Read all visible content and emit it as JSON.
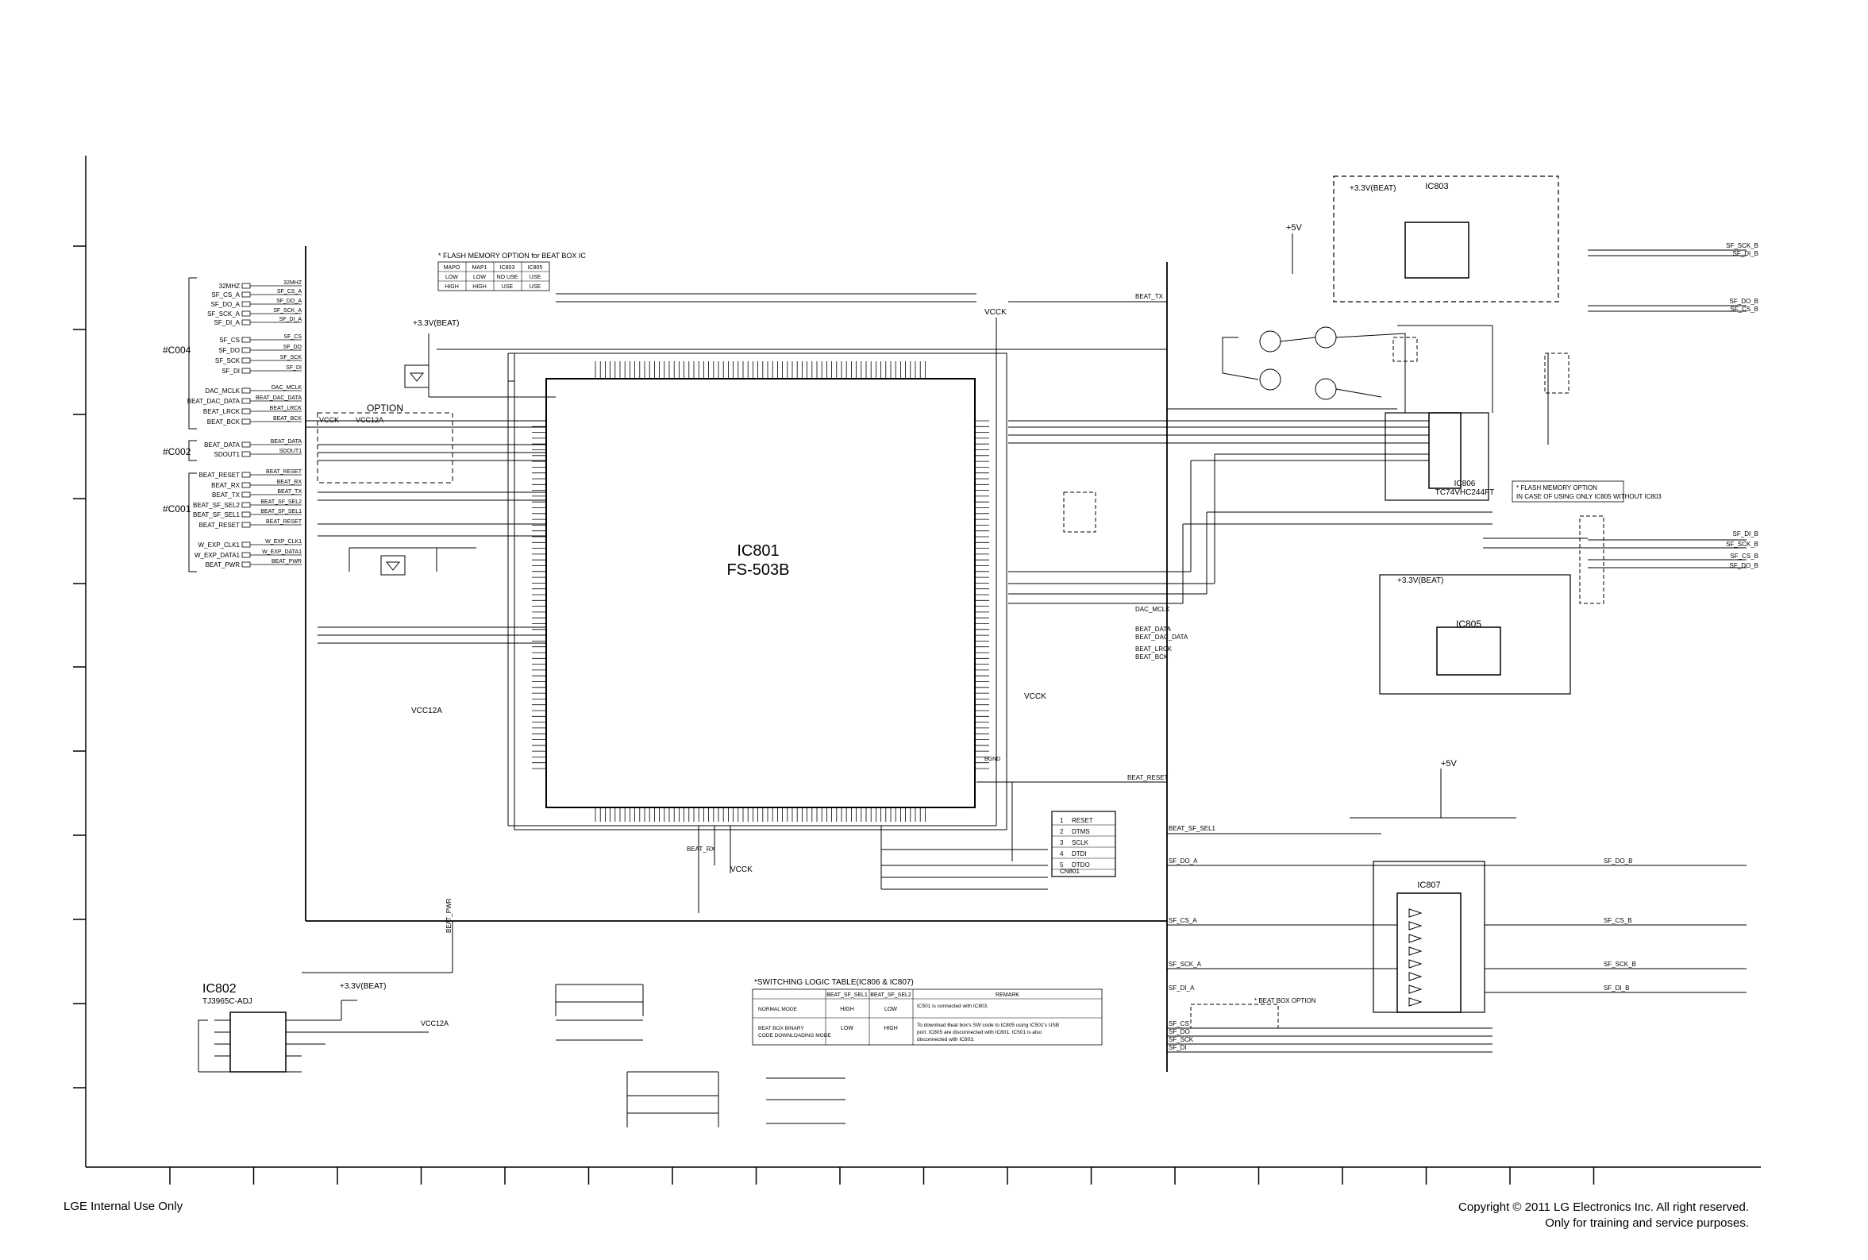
{
  "footer": {
    "left": "LGE Internal Use Only",
    "right_line1": "Copyright © 2011 LG Electronics Inc. All right reserved.",
    "right_line2": "Only for training and service purposes."
  },
  "ic801": {
    "ref": "IC801",
    "part": "FS-503B"
  },
  "ic802": {
    "ref": "IC802",
    "part": "TJ3965C-ADJ"
  },
  "ic803": {
    "ref": "IC803"
  },
  "ic805": {
    "ref": "IC805"
  },
  "ic806": {
    "ref": "IC806",
    "part": "TC74VHC244FT"
  },
  "ic807": {
    "ref": "IC807"
  },
  "cn801": {
    "ref": "CN801",
    "pins": [
      "RESET",
      "DTMS",
      "SCLK",
      "DTDI",
      "DTDO"
    ]
  },
  "rails": {
    "v33_beat": "+3.3V(BEAT)",
    "vcck": "VCCK",
    "vcc12a": "VCC12A",
    "p5v": "+5V"
  },
  "connectors": {
    "c004": "#C004",
    "c002": "#C002",
    "c001": "#C001"
  },
  "option": {
    "title": "OPTION"
  },
  "notes": {
    "flash_top": "* FLASH MEMORY OPTION for BEAT BOX IC",
    "flash_right1": "* FLASH MEMORY OPTION",
    "flash_right2": "IN CASE OF USING ONLY IC805 WITHOUT IC803",
    "beat_box": "* BEAT BOX OPTION"
  },
  "flash_table": {
    "headers": [
      "MAPO",
      "MAP1",
      "IC803",
      "IC805"
    ],
    "rows": [
      [
        "LOW",
        "LOW",
        "NO USE",
        "USE"
      ],
      [
        "HIGH",
        "HIGH",
        "USE",
        "USE"
      ]
    ]
  },
  "switch_table": {
    "title": "*SWITCHING LOGIC TABLE(IC806 & IC807)",
    "headers": [
      "",
      "BEAT_SF_SEL1",
      "BEAT_SF_SEL2",
      "REMARK"
    ],
    "rows": [
      [
        "NORMAL MODE",
        "HIGH",
        "LOW",
        "IC501 is connected with IC803."
      ],
      [
        "BEAT BOX BINARY CODE DOWNLOADING MODE",
        "LOW",
        "HIGH",
        "To download Beat box's SW code to IC805 using IC501's USB port. IC805 are disconnected with IC801. IC501 is also disconnected with IC803."
      ]
    ]
  },
  "left_signals": [
    "32MHZ",
    "SF_CS_A",
    "SF_DO_A",
    "SF_SCK_A",
    "SF_DI_A",
    "SF_CS",
    "SF_DO",
    "SF_SCK",
    "SF_DI",
    "DAC_MCLK",
    "BEAT_DAC_DATA",
    "BEAT_LRCK",
    "BEAT_BCK",
    "BEAT_DATA",
    "SDOUT1",
    "BEAT_RESET",
    "BEAT_RX",
    "BEAT_TX",
    "BEAT_SF_SEL2",
    "BEAT_SF_SEL1",
    "BEAT_RESET",
    "W_EXP_CLK1",
    "W_EXP_DATA1",
    "BEAT_PWR"
  ],
  "right_signals": [
    "SF_SCK_B",
    "SF_DI_B",
    "SF_DO_B",
    "SF_CS_B",
    "SF_DI_B",
    "SF_SCK_B",
    "SF_CS_B",
    "SF_DO_B"
  ],
  "bottom_right_signals": [
    "BEAT_SF_SEL1",
    "SF_DO_A",
    "SF_CS_A",
    "SF_SCK_A",
    "SF_DI_A",
    "SF_CS",
    "SF_DO",
    "SF_SCK",
    "SF_DI"
  ],
  "bottom_right_out": [
    "SF_DO_B",
    "SF_CS_B",
    "SF_SCK_B",
    "SF_DI_B"
  ],
  "misc_labels": [
    "BEAT_TX",
    "BEAT_RESET",
    "BEAT_RX",
    "BEAT_PWR",
    "BGND",
    "DAC_MCLK",
    "BEAT_DATA",
    "BEAT_DAC_DATA",
    "BEAT_LRCK",
    "BEAT_BCK"
  ]
}
